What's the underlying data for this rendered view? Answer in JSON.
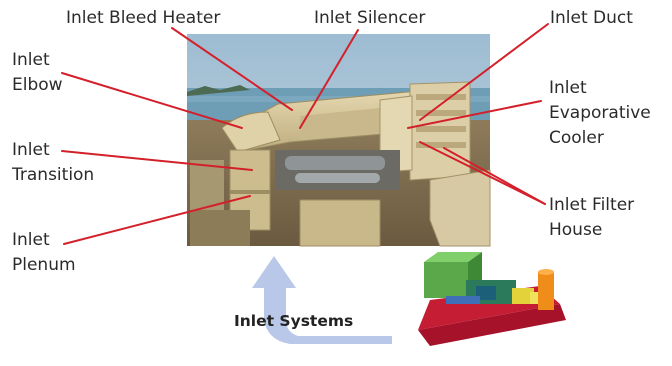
{
  "labels": {
    "inlet_bleed_heater": "Inlet Bleed Heater",
    "inlet_silencer": "Inlet Silencer",
    "inlet_duct": "Inlet Duct",
    "inlet_elbow": [
      "Inlet",
      "Elbow"
    ],
    "inlet_evaporative_cooler": [
      "Inlet",
      "Evaporative",
      "Cooler"
    ],
    "inlet_transition": [
      "Inlet",
      "Transition"
    ],
    "inlet_filter_house": [
      "Inlet Filter",
      "House"
    ],
    "inlet_plenum": [
      "Inlet",
      "Plenum"
    ]
  },
  "caption": "Inlet Systems",
  "colors": {
    "leader_line": "#d4202a",
    "arrow": "#b7c6e6",
    "sky": "#8fb2cc",
    "water": "#6f9fb8",
    "ground": "#7a6a4e",
    "structure": "#d8c9a0",
    "structure_shadow": "#b7a578"
  },
  "icons": {
    "photo": "gas-turbine-plant-photo",
    "turbine_model": "gas-turbine-3d-model-icon",
    "arrow": "curved-up-arrow-icon"
  }
}
